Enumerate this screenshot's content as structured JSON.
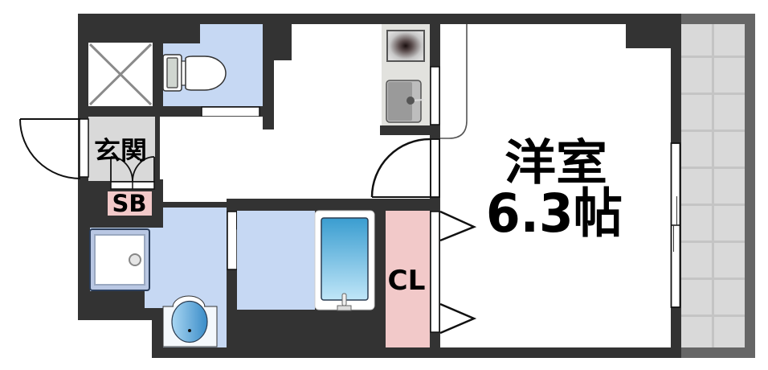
{
  "rooms": {
    "western_room": {
      "label": "洋室",
      "size": "6.3帖"
    },
    "entrance": {
      "label": "玄関"
    },
    "shoe_box": {
      "label": "SB"
    },
    "closet": {
      "label": "CL"
    }
  },
  "icons": [
    {
      "name": "pipe-space-x-icon",
      "location": "top-left storage"
    },
    {
      "name": "toilet-icon",
      "location": "toilet room"
    },
    {
      "name": "stove-icon",
      "location": "kitchen counter"
    },
    {
      "name": "kitchen-sink-icon",
      "location": "kitchen counter"
    },
    {
      "name": "washing-machine-pan-icon",
      "location": "washroom"
    },
    {
      "name": "washbasin-icon",
      "location": "washroom"
    },
    {
      "name": "bathtub-icon",
      "location": "bathroom"
    },
    {
      "name": "swing-door-icon",
      "location": "entrance / toilet / kitchen"
    },
    {
      "name": "folding-door-icon",
      "location": "washroom-bath / closet"
    },
    {
      "name": "window-icon",
      "location": "western room / kitchen wall"
    },
    {
      "name": "balcony-icon",
      "location": "right side"
    }
  ],
  "colors": {
    "wall": "#333333",
    "wet_area": "#c6d8f3",
    "closet": "#f2c9c9",
    "shoe_box": "#f2c9c9",
    "entrance": "#d9d9d9",
    "kitchen_counter": "#e2e2de",
    "room": "#ffffff",
    "balcony_floor": "#d9d9d9",
    "balcony_rail": "#666666",
    "balcony_grid": "#c4c4c4"
  }
}
